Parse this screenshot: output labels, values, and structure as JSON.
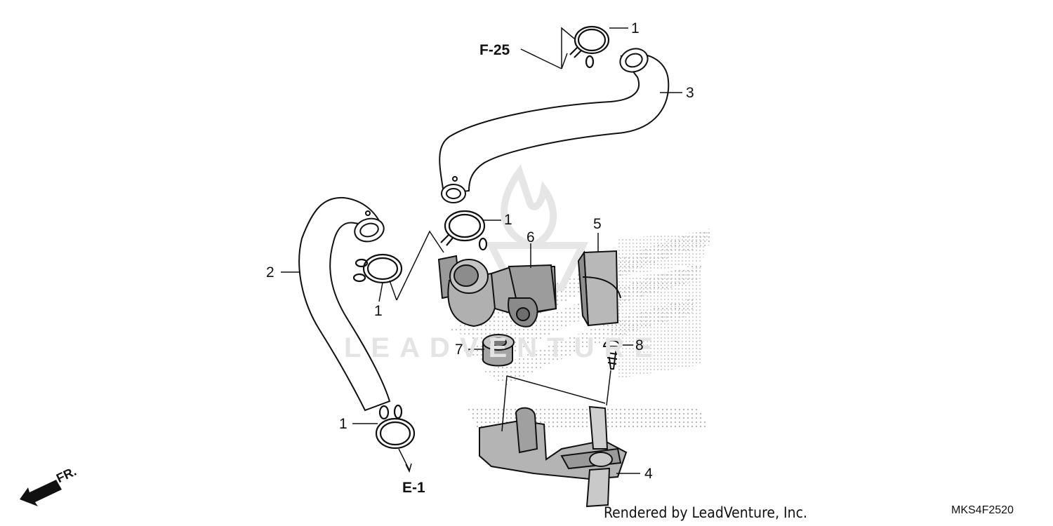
{
  "watermark": {
    "text": "LEADVENTURE"
  },
  "references": {
    "f25": "F-25",
    "e1": "E-1",
    "fr": "FR."
  },
  "callouts": {
    "c1_top": "1",
    "c1_mid": "1",
    "c1_left": "1",
    "c1_bottom": "1",
    "c2": "2",
    "c3": "3",
    "c4": "4",
    "c5": "5",
    "c6": "6",
    "c7": "7",
    "c8": "8"
  },
  "footer": {
    "credit": "Rendered by LeadVenture, Inc.",
    "code": "MKS4F2520"
  }
}
